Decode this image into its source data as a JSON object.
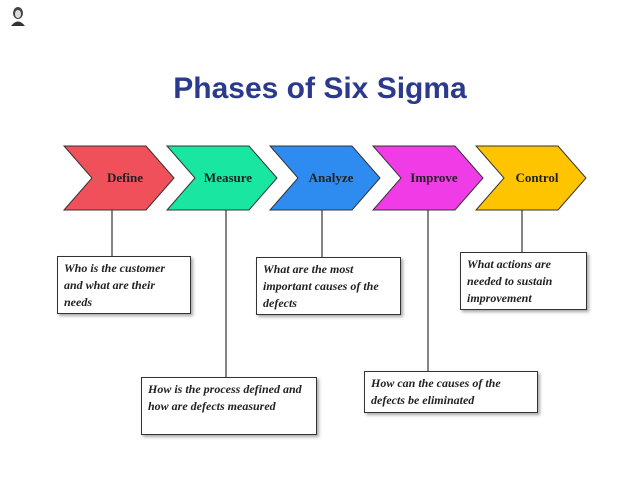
{
  "title": "Phases of Six Sigma",
  "logo": {
    "icon": "person-portrait-icon"
  },
  "phases": [
    {
      "label": "Define",
      "color": "#f0505a"
    },
    {
      "label": "Measure",
      "color": "#19e6a0"
    },
    {
      "label": "Analyze",
      "color": "#2e8cf0"
    },
    {
      "label": "Improve",
      "color": "#f03ce6"
    },
    {
      "label": "Control",
      "color": "#ffc400"
    }
  ],
  "boxes": {
    "define": "Who is the customer and what are their needs",
    "measure": "How is the process defined and how are defects measured",
    "analyze": "What are the most important causes of the defects",
    "improve": "How can the causes of the defects be eliminated",
    "control": "What actions are needed to sustain improvement"
  }
}
